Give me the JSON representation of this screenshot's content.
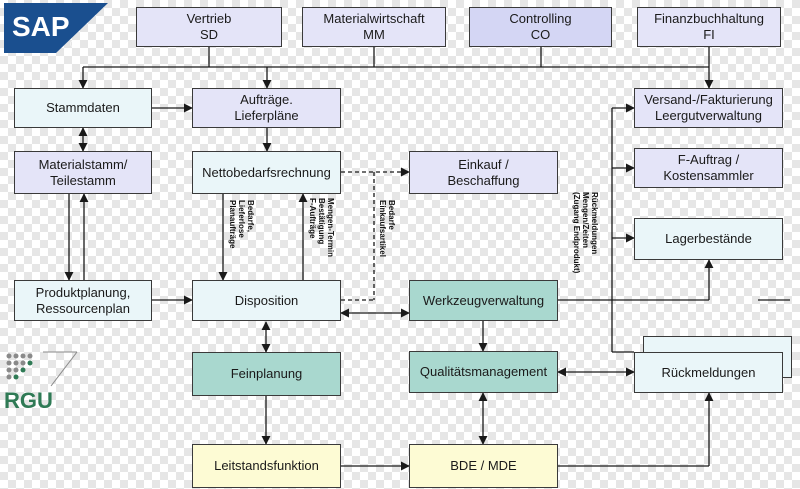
{
  "logos": {
    "sap": {
      "text": "SAP",
      "reg": "®"
    },
    "rgu": {
      "text": "RGU"
    }
  },
  "boxes": {
    "vertrieb": "Vertrieb\nSD",
    "materialwirtschaft": "Materialwirtschaft\nMM",
    "controlling": "Controlling\nCO",
    "finanzbuchhaltung": "Finanzbuchhaltung\nFI",
    "stammdaten": "Stammdaten",
    "auftraege": "Aufträge.\nLieferpläne",
    "versand": "Versand-/Fakturierung\nLeergutverwaltung",
    "materialstamm": "Materialstamm/\nTeilestamm",
    "nettobedarf": "Nettobedarfsrechnung",
    "einkauf": "Einkauf /\nBeschaffung",
    "fauftrag": "F-Auftrag /\nKostensammler",
    "lagerbestaende": "Lagerbestände",
    "produktplanung": "Produktplanung,\nRessourcenplan",
    "disposition": "Disposition",
    "werkzeug": "Werkzeugverwaltung",
    "feinplanung": "Feinplanung",
    "qualitaet": "Qualitätsmanagement",
    "rueckmeldungen": "Rückmeldungen",
    "leitstand": "Leitstandsfunktion",
    "bde": "BDE / MDE"
  },
  "labels": {
    "bedarfe_lieferlose": "Bedarfe,\nLieferlose\nPlanaufträge",
    "mengen_termin": "Mengen-Termin\nBestätigung\nF-Aufträge",
    "bedarfe_einkauf": "Bedarfe\nEinkaufsartikel",
    "rueckmeldungen_mengen": "Rückmeldungen\nMengen/Zeiten\n(Zugang Endprodukt)"
  },
  "colors": {
    "line": "#1a1a1a",
    "sap_blue": "#1a4f8f",
    "rgu_green": "#2f7a55"
  }
}
